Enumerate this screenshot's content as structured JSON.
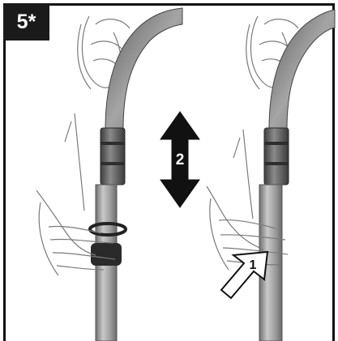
{
  "step_badge": {
    "label": "5*"
  },
  "callouts": {
    "motion_arrow_label": "2",
    "press_arrow_label": "1"
  },
  "colors": {
    "frame": "#111111",
    "badge_background": "#1a1a1a",
    "badge_text": "#ffffff",
    "tube": "#9a9a9a",
    "hose": "#7d7d7d",
    "line_art": "#6a6a6a"
  },
  "icons": [
    "double-headed-arrow-icon",
    "press-arrow-icon"
  ]
}
